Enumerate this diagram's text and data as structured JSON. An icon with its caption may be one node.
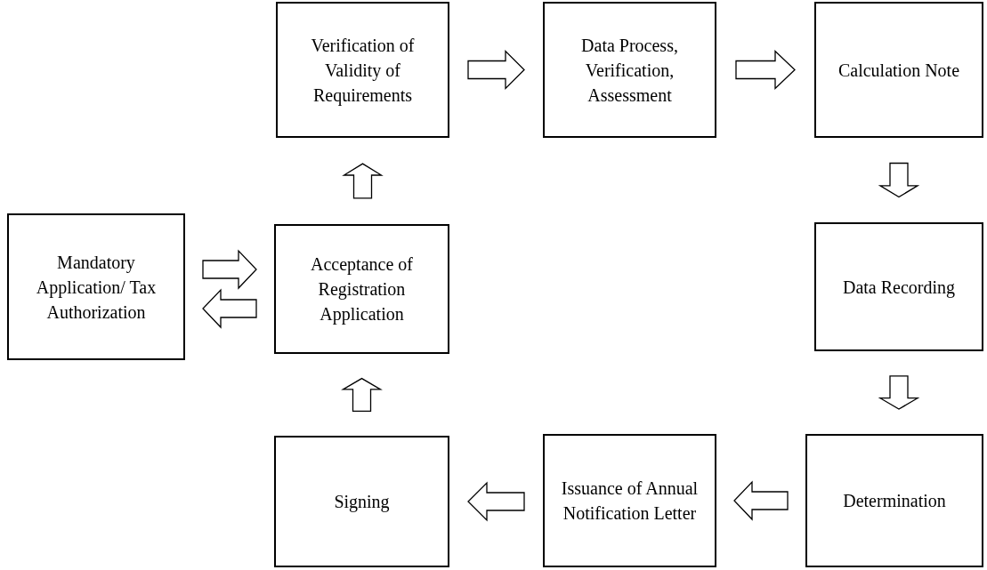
{
  "diagram": {
    "nodes": [
      {
        "text": [
          "Mandatory Application/ Tax Authorization"
        ]
      },
      {
        "text": [
          "Acceptance of Registration Application"
        ]
      },
      {
        "text": [
          "Verification of Validity of Requirements"
        ]
      },
      {
        "text": [
          "Data Process, Verification, Assessment"
        ]
      },
      {
        "text": [
          "Calculation Note"
        ]
      },
      {
        "text": [
          "Data Recording"
        ]
      },
      {
        "text": [
          "Determination"
        ]
      },
      {
        "text": [
          "Issuance of Annual Notification Letter"
        ]
      },
      {
        "text": [
          "Signing"
        ]
      }
    ],
    "edges": [
      {
        "from": 0,
        "to": 1,
        "arrow": "to"
      },
      {
        "from": 1,
        "to": 0,
        "arrow": "to"
      },
      {
        "from": 1,
        "to": 2,
        "arrow": "to"
      },
      {
        "from": 2,
        "to": 3,
        "arrow": "to"
      },
      {
        "from": 3,
        "to": 4,
        "arrow": "to"
      },
      {
        "from": 4,
        "to": 5,
        "arrow": "to"
      },
      {
        "from": 5,
        "to": 6,
        "arrow": "to"
      },
      {
        "from": 6,
        "to": 7,
        "arrow": "to"
      },
      {
        "from": 7,
        "to": 8,
        "arrow": "to"
      },
      {
        "from": 8,
        "to": 1,
        "arrow": "to"
      }
    ]
  }
}
